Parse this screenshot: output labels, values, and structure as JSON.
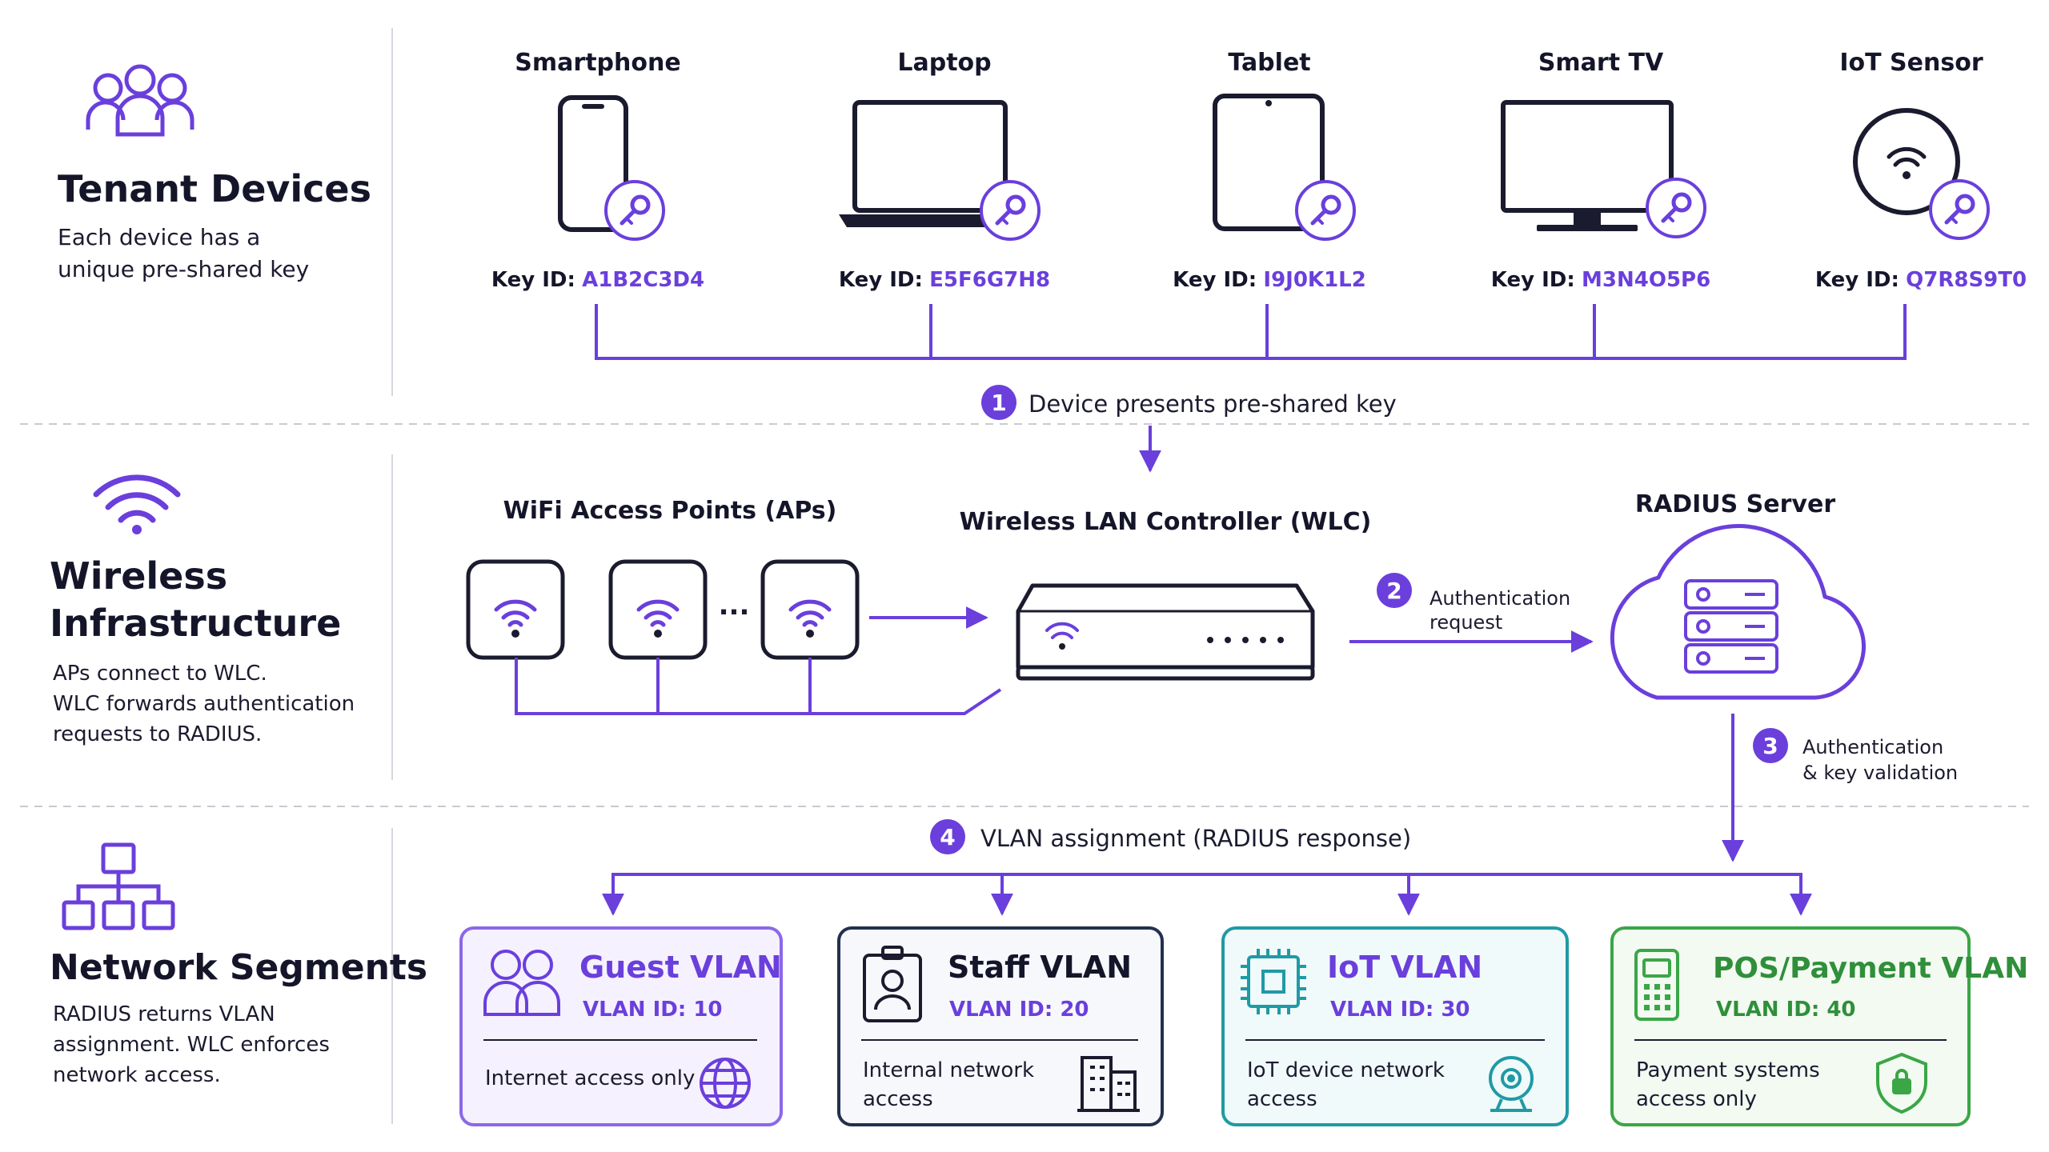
{
  "colors": {
    "purple": "#6a3fdc",
    "dark": "#1b1b2f",
    "teal": "#1f9aa5",
    "green": "#3aa646",
    "navy": "#23304f",
    "divider": "#c9c9d4"
  },
  "tenant": {
    "icon": "users-icon",
    "title": "Tenant Devices",
    "desc_line1": "Each device has a",
    "desc_line2": "unique pre-shared key"
  },
  "devices": [
    {
      "name": "Smartphone",
      "icon": "smartphone-icon",
      "key_label": "Key ID:",
      "key_id": "A1B2C3D4"
    },
    {
      "name": "Laptop",
      "icon": "laptop-icon",
      "key_label": "Key ID:",
      "key_id": "E5F6G7H8"
    },
    {
      "name": "Tablet",
      "icon": "tablet-icon",
      "key_label": "Key ID:",
      "key_id": "I9J0K1L2"
    },
    {
      "name": "Smart TV",
      "icon": "tv-icon",
      "key_label": "Key ID:",
      "key_id": "M3N4O5P6"
    },
    {
      "name": "IoT Sensor",
      "icon": "sensor-icon",
      "key_label": "Key ID:",
      "key_id": "Q7R8S9T0"
    }
  ],
  "wireless": {
    "icon": "wifi-icon",
    "title_line1": "Wireless",
    "title_line2": "Infrastructure",
    "desc_line1": "APs connect to WLC.",
    "desc_line2": "WLC forwards authentication",
    "desc_line3": "requests to RADIUS."
  },
  "network": {
    "icon": "network-tree-icon",
    "title": "Network Segments",
    "desc_line1": "RADIUS returns VLAN",
    "desc_line2": "assignment. WLC enforces",
    "desc_line3": "network access."
  },
  "steps": [
    {
      "num": "1",
      "line1": "Device presents pre-shared key",
      "line2": ""
    },
    {
      "num": "2",
      "line1": "Authentication",
      "line2": "request"
    },
    {
      "num": "3",
      "line1": "Authentication",
      "line2": "& key validation"
    },
    {
      "num": "4",
      "line1": "VLAN assignment (RADIUS response)",
      "line2": ""
    }
  ],
  "infra": {
    "aps_label": "WiFi Access Points (APs)",
    "ap_ellipsis": "...",
    "wlc_label": "Wireless LAN Controller (WLC)",
    "radius_label": "RADIUS Server"
  },
  "vlans": [
    {
      "title": "Guest VLAN",
      "id_label": "VLAN ID: 10",
      "desc_line1": "Internet access only",
      "desc_line2": "",
      "icon": "users-icon",
      "badge": "globe-icon"
    },
    {
      "title": "Staff VLAN",
      "id_label": "VLAN ID: 20",
      "desc_line1": "Internal network",
      "desc_line2": "access",
      "icon": "id-badge-icon",
      "badge": "building-icon"
    },
    {
      "title": "IoT VLAN",
      "id_label": "VLAN ID: 30",
      "desc_line1": "IoT device network",
      "desc_line2": "access",
      "icon": "chip-icon",
      "badge": "camera-icon"
    },
    {
      "title": "POS/Payment VLAN",
      "id_label": "VLAN ID: 40",
      "desc_line1": "Payment systems",
      "desc_line2": "access only",
      "icon": "pos-terminal-icon",
      "badge": "shield-lock-icon"
    }
  ]
}
